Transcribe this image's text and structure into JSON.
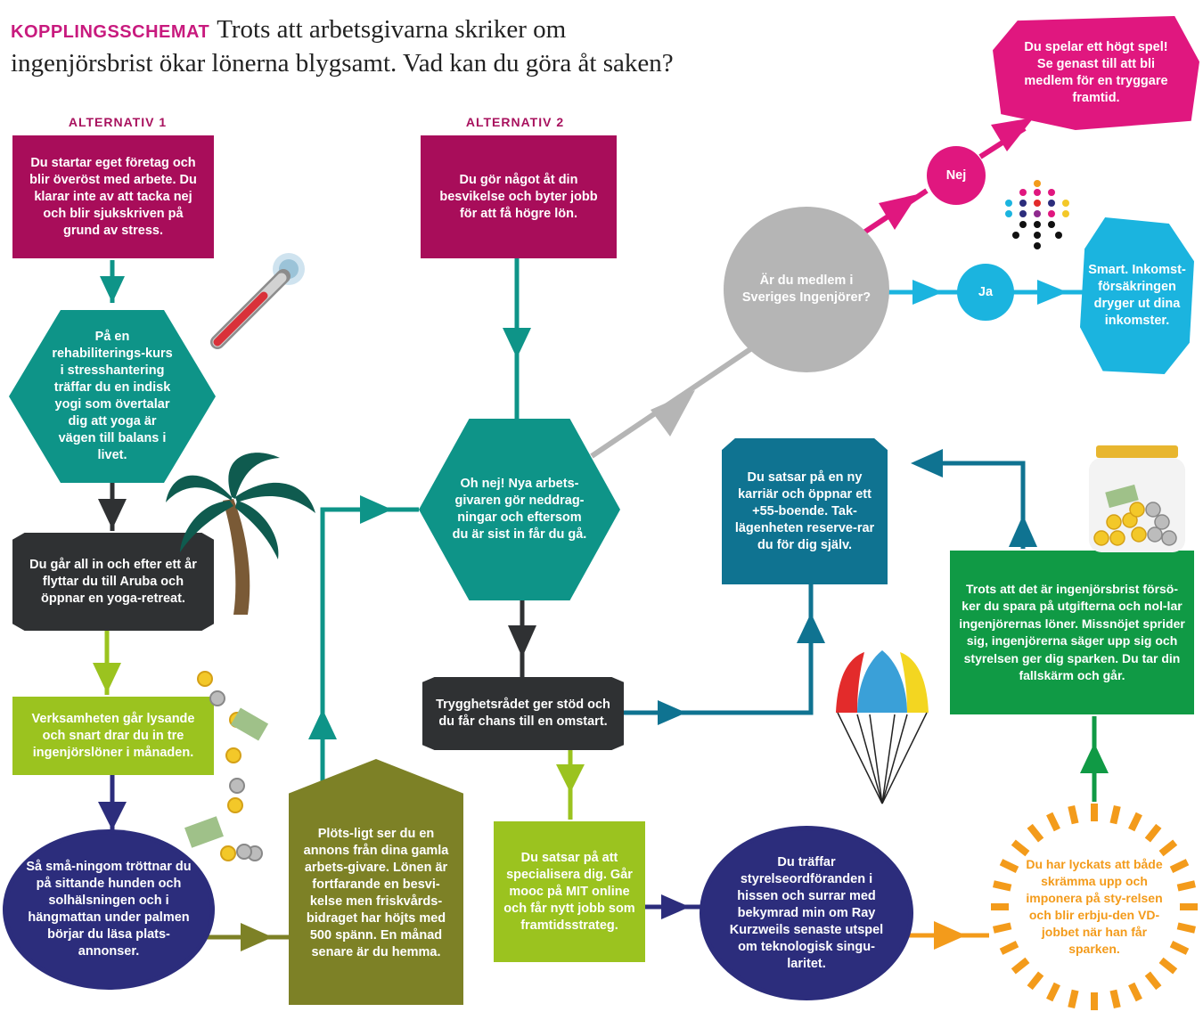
{
  "header": {
    "kicker": "KOPPLINGSSCHEMAT",
    "text": "Trots att arbetsgivarna skriker om ingenjörsbrist ökar lönerna blygsamt. Vad kan du göra åt saken?"
  },
  "labels": {
    "alt1": "ALTERNATIV 1",
    "alt2": "ALTERNATIV 2"
  },
  "nodes": {
    "start1": "Du startar eget företag och blir överöst med arbete. Du klarar inte av att tacka nej och blir sjukskriven på grund av stress.",
    "rehab": "På en rehabiliterings-kurs i stresshantering träffar du en indisk yogi som övertalar dig att yoga är vägen till balans i livet.",
    "aruba": "Du går all in och efter ett år flyttar du till Aruba och öppnar en yoga-retreat.",
    "business": "Verksamheten går lysande och snart drar du in tre ingenjörslöner i månaden.",
    "tired": "Så små-ningom tröttnar du på sittande hunden och solhälsningen och i hängmattan under palmen börjar du läsa plats-annonser.",
    "ad": "Plöts-ligt ser du en annons från dina gamla arbets-givare. Lönen är fortfarande en besvi-kelse men friskvårds-bidraget har höjts med 500 spänn. En månad senare är du hemma.",
    "start2": "Du gör något åt din besvikelse och byter jobb för att få högre lön.",
    "layoff": "Oh nej! Nya arbets-givaren gör neddrag-ningar och eftersom du är sist in får du gå.",
    "trygghet": "Trygghetsrådet ger stöd och du får chans till en omstart.",
    "mooc": "Du satsar på att specialisera dig. Går mooc på MIT online och får nytt jobb som framtidsstrateg.",
    "elevator": "Du träffar styrelseordföranden i hissen och surrar med bekymrad min om Ray Kurzweils senaste utspel om teknologisk singu-laritet.",
    "ceo": "Du har lyckats att både skrämma upp och imponera på sty-relsen och blir erbju-den VD-jobbet när han får sparken.",
    "boss": "Trots att det är ingenjörsbrist försö-ker du spara på utgifterna och nol-lar ingenjörernas löner. Missnöjet sprider sig, ingenjörerna säger upp sig och styrelsen ger dig sparken. Du tar din fallskärm och går.",
    "career": "Du satsar på en ny karriär och öppnar ett +55-boende. Tak-lägenheten reserve-rar du för dig själv.",
    "member": "Är du medlem i Sveriges Ingenjörer?",
    "nej": "Nej",
    "ja": "Ja",
    "risky": "Du spelar ett högt spel! Se genast till att bli medlem för en tryggare framtid.",
    "smart": "Smart. Inkomst-försäkringen dryger ut dina inkomster."
  },
  "colors": {
    "magenta": "#a80d5a",
    "teal": "#0e9488",
    "charcoal": "#2f3133",
    "lime": "#9bc31f",
    "navy": "#2c2d7c",
    "olive": "#7d8126",
    "grey": "#b5b5b5",
    "pink": "#e0177f",
    "cyan": "#1bb4df",
    "petrol": "#0f7391",
    "green": "#109a45",
    "orange": "#f39b1b"
  },
  "decor": [
    "thermometer-icon",
    "palm-tree-icon",
    "coins-icon",
    "dots-logo-icon",
    "parachute-icon",
    "coin-jar-icon"
  ]
}
